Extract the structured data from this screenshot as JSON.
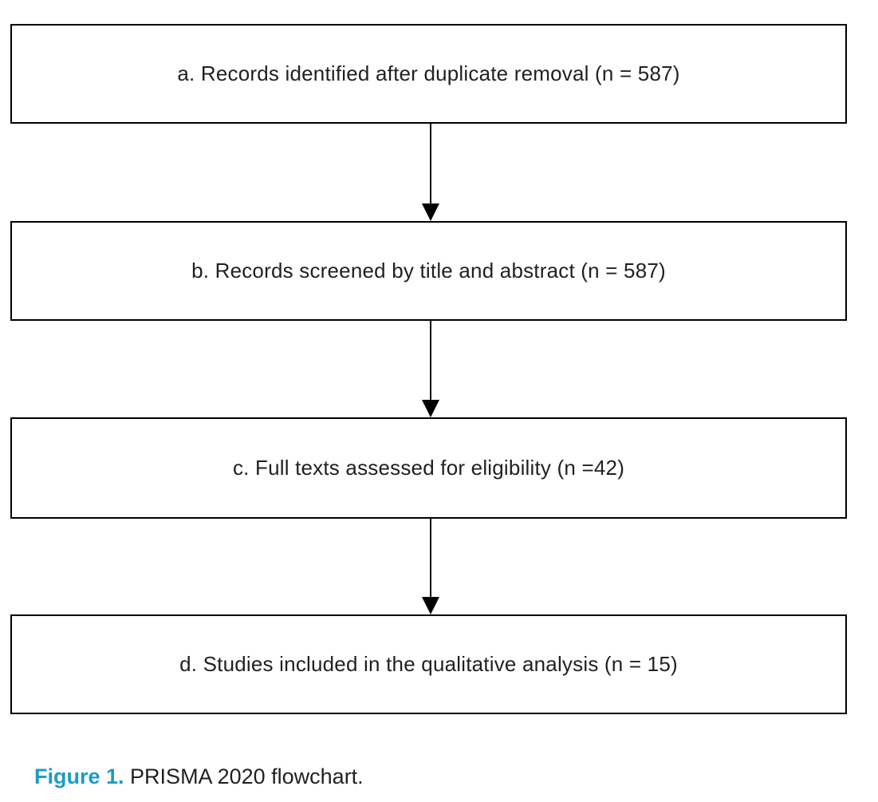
{
  "flowchart": {
    "boxes": [
      {
        "id": "a",
        "label": "a. Records identified after duplicate removal (n = 587)"
      },
      {
        "id": "b",
        "label": "b. Records screened by title and abstract (n = 587)"
      },
      {
        "id": "c",
        "label": "c. Full texts assessed for eligibility (n =42)"
      },
      {
        "id": "d",
        "label": "d. Studies included in the qualitative analysis (n = 15)"
      }
    ]
  },
  "caption": {
    "figure_label": "Figure 1.",
    "figure_text": " PRISMA 2020 flowchart."
  },
  "colors": {
    "box_border": "#000000",
    "box_background": "#ffffff",
    "text": "#231f20",
    "caption_accent": "#1e9bc6",
    "arrow": "#000000"
  }
}
